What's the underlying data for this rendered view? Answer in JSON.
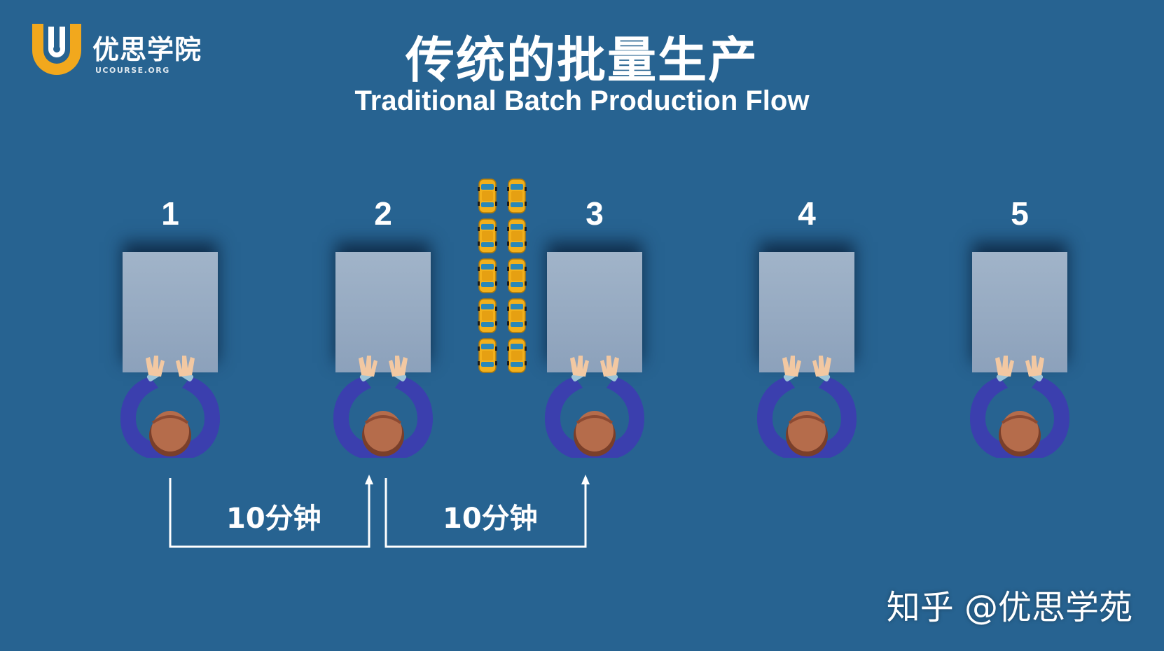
{
  "logo": {
    "name_cn": "优思学院",
    "name_en": "UCOURSE.ORG",
    "color_primary": "#f2a81d",
    "color_secondary": "#ffffff"
  },
  "title": {
    "cn": "传统的批量生产",
    "en": "Traditional Batch Production Flow"
  },
  "stations": [
    {
      "label": "1"
    },
    {
      "label": "2"
    },
    {
      "label": "3"
    },
    {
      "label": "4"
    },
    {
      "label": "5"
    }
  ],
  "buffer": {
    "icon": "car-icon",
    "rows": 5,
    "columns": 2,
    "count": 10,
    "color": "#f2b01b"
  },
  "flows": [
    {
      "from": "1",
      "to": "2",
      "label": "10分钟"
    },
    {
      "from": "2",
      "to": "3",
      "label": "10分钟"
    }
  ],
  "footer": {
    "text": "知乎 @优思学苑"
  },
  "colors": {
    "background": "#276391",
    "desk": "#95a9c1",
    "worker_body": "#3b3fae",
    "worker_head": "#b56c4b",
    "worker_hand": "#f2c8a2",
    "arrow": "#ffffff"
  }
}
